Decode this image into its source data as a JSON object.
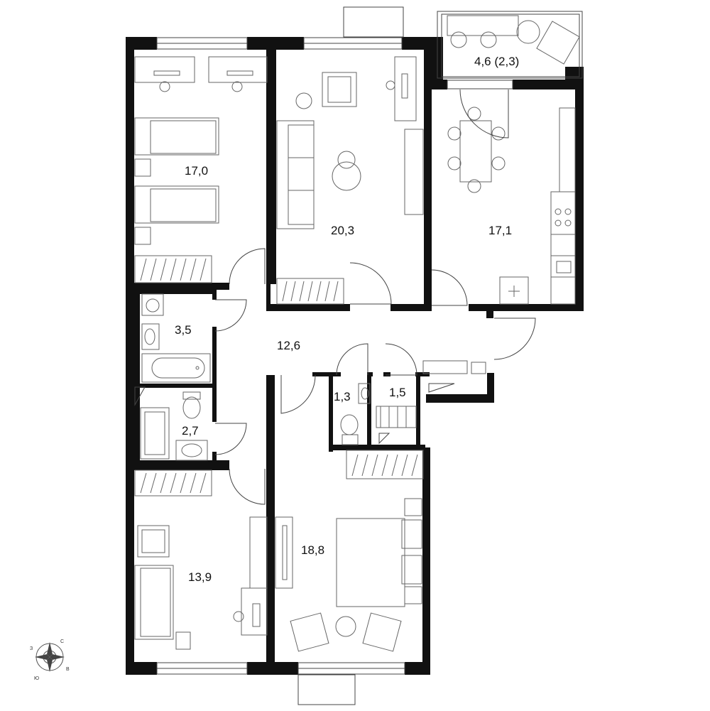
{
  "rooms": [
    {
      "id": "bedroom-top-left",
      "area": "17,0"
    },
    {
      "id": "living-room",
      "area": "20,3"
    },
    {
      "id": "balcony",
      "area": "4,6 (2,3)"
    },
    {
      "id": "kitchen",
      "area": "17,1"
    },
    {
      "id": "bathroom",
      "area": "3,5"
    },
    {
      "id": "hallway",
      "area": "12,6"
    },
    {
      "id": "wc",
      "area": "1,3"
    },
    {
      "id": "storage",
      "area": "1,5"
    },
    {
      "id": "shower-room",
      "area": "2,7"
    },
    {
      "id": "bedroom-bottom-left",
      "area": "13,9"
    },
    {
      "id": "master-bedroom",
      "area": "18,8"
    }
  ],
  "compass": {
    "n": "С",
    "e": "В",
    "s": "Ю",
    "w": "З"
  },
  "colors": {
    "wall": "#111111",
    "furniture": "#666666",
    "background": "#ffffff"
  }
}
